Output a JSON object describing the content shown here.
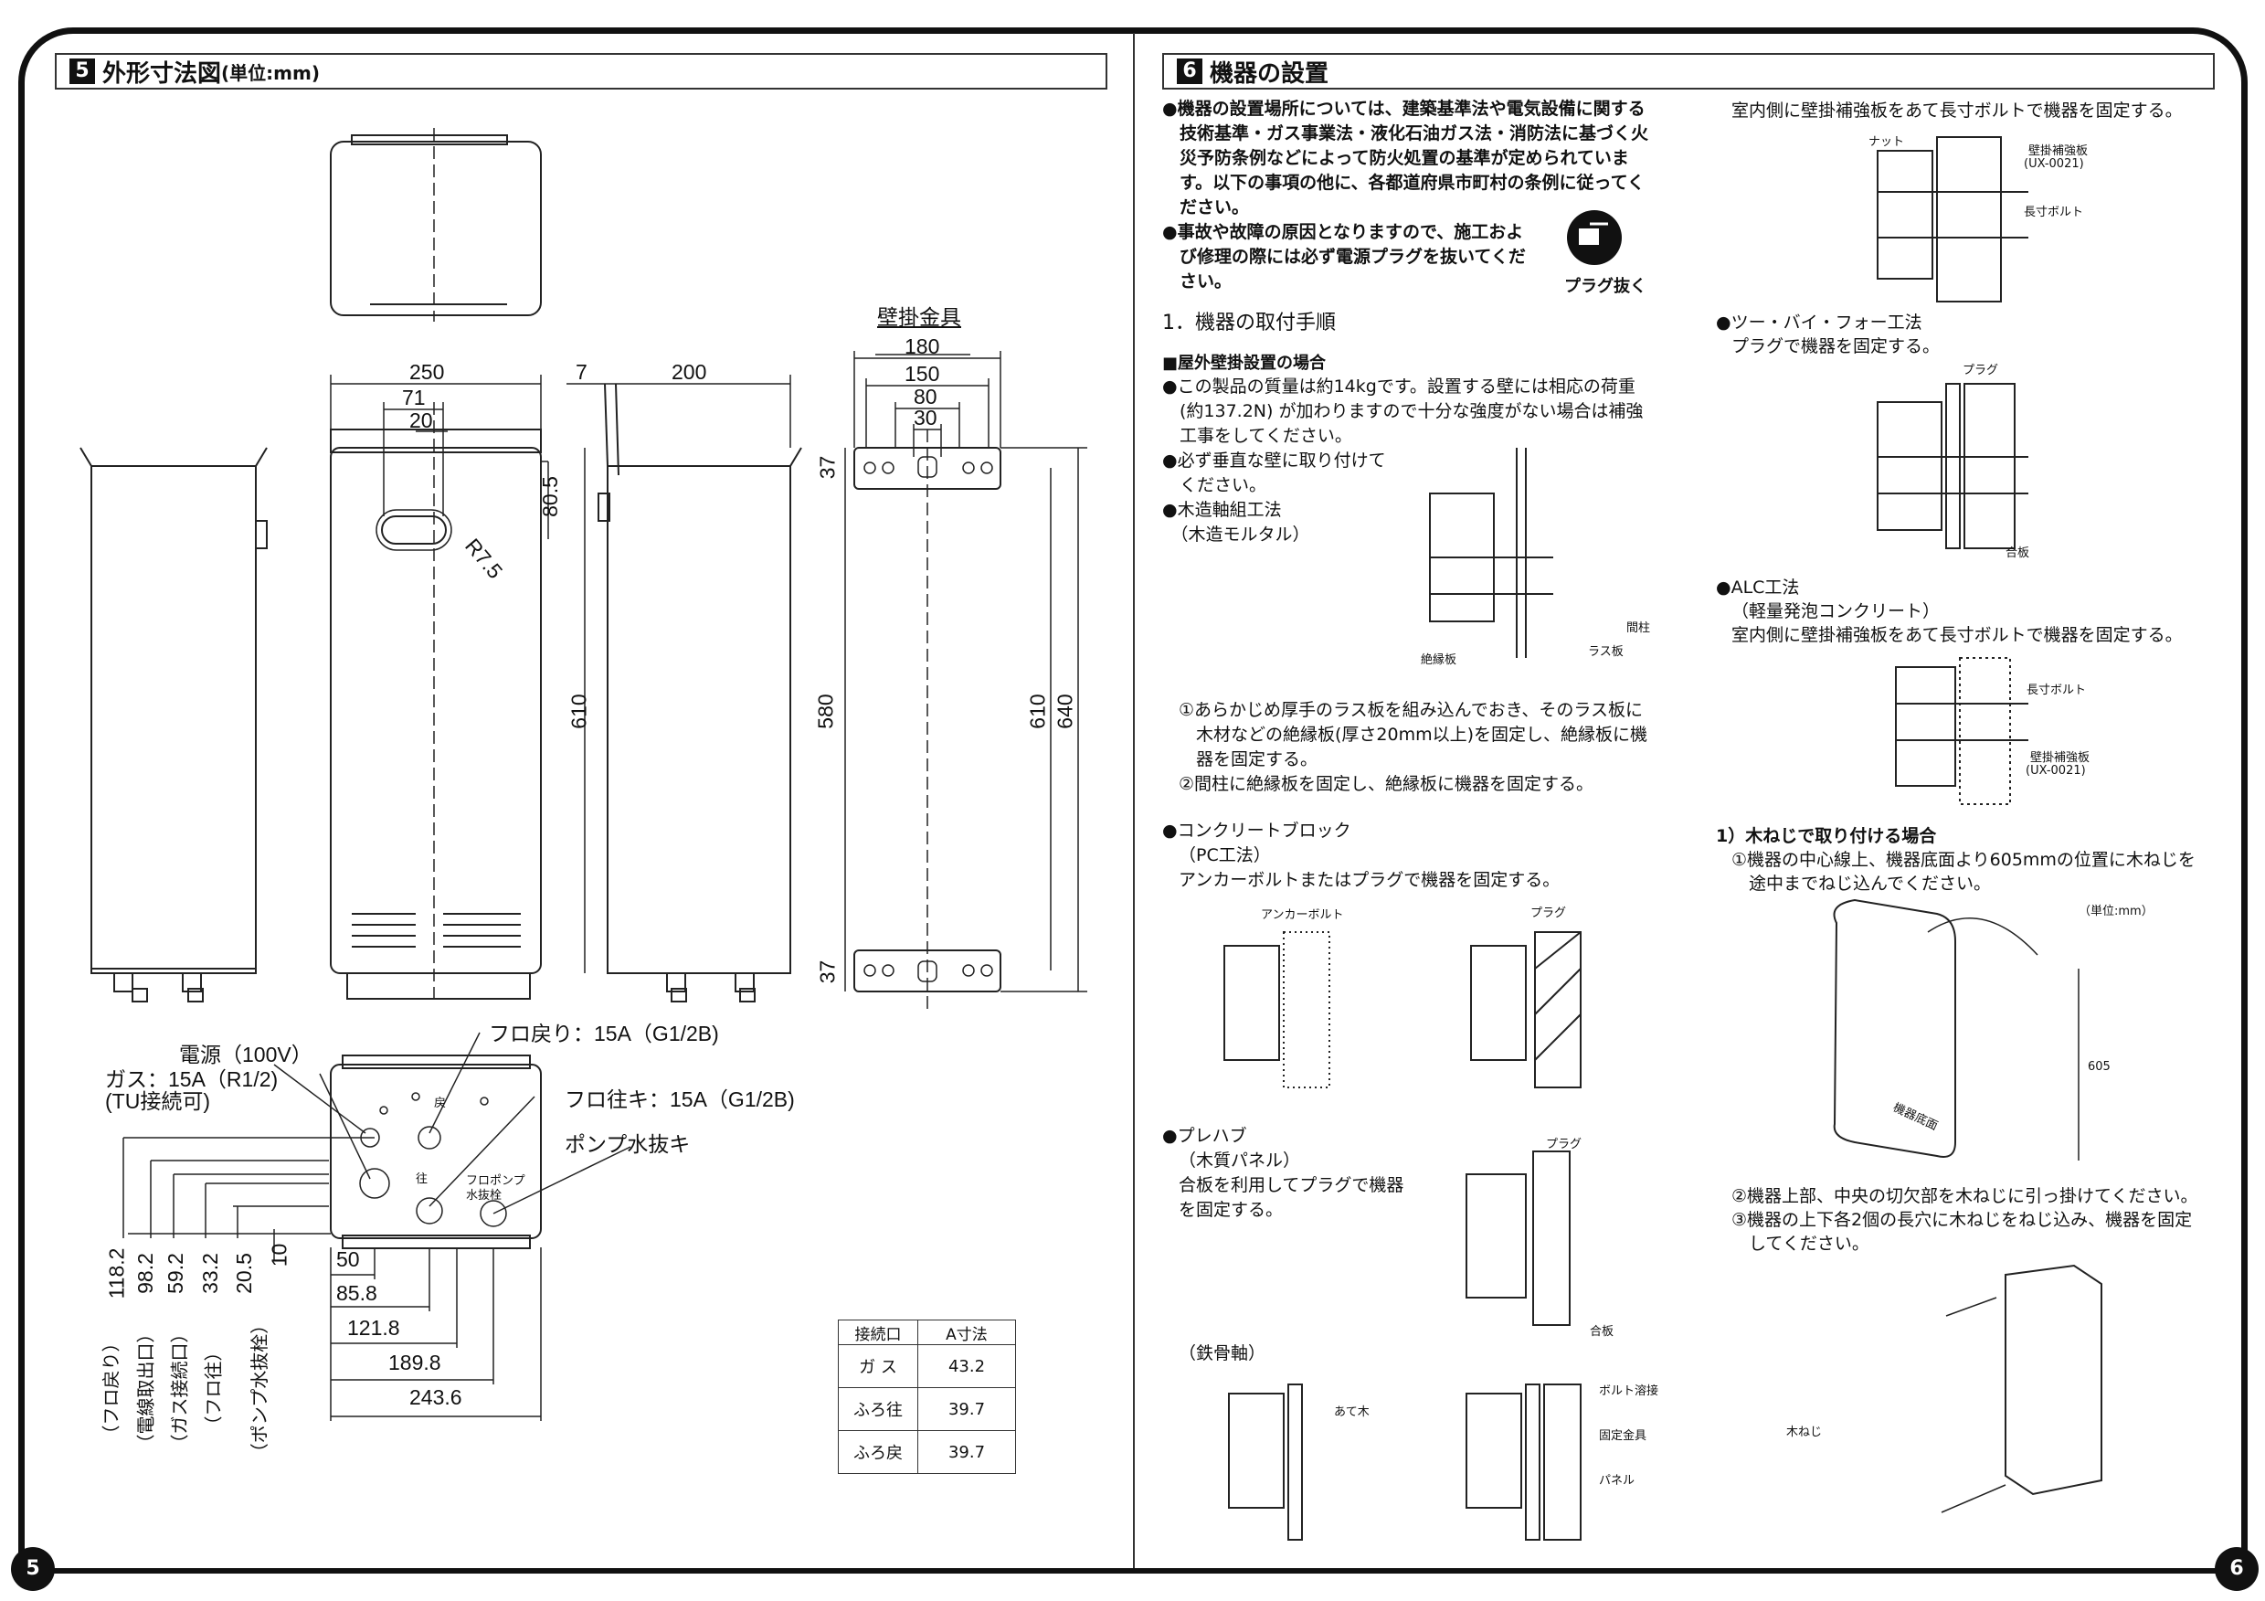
{
  "page_left": {
    "number": "5",
    "section_number": "5",
    "section_title": "外形寸法図",
    "section_unit": "(単位:mm)",
    "dims": {
      "d250": "250",
      "d7": "7",
      "d200": "200",
      "d71": "71",
      "d20": "20",
      "d80_5": "80.5",
      "r7_5": "R7.5",
      "d610a": "610",
      "bracket_title": "壁掛金具",
      "b180": "180",
      "b150": "150",
      "b80": "80",
      "b30": "30",
      "b37a": "37",
      "b580": "580",
      "b610": "610",
      "b640": "640",
      "b37b": "37",
      "d50": "50",
      "d85_8": "85.8",
      "d121_8": "121.8",
      "d189_8": "189.8",
      "d243_6": "243.6",
      "d10": "10",
      "v118_2": "118.2",
      "v98_2": "98.2",
      "v59_2": "59.2",
      "v33_2": "33.2",
      "v20_5": "20.5",
      "lbl_furomodori": "（フロ戻り）",
      "lbl_dengen": "（電線取出口）",
      "lbl_gas": "（ガス接続口）",
      "lbl_furoyuki": "（フロ往）",
      "lbl_pump": "（ポンプ水抜栓）"
    },
    "callouts": {
      "power": "電源（100V）",
      "gas": "ガス：15A（R1/2)",
      "gas_sub": "(TU接続可)",
      "return": "フロ戻り：15A（G1/2B)",
      "supply": "フロ往キ：15A（G1/2B)",
      "pump": "ポンプ水抜キ",
      "small_modori": "戻",
      "small_yuki": "往",
      "small_pump": "フロポンプ\n水抜栓"
    },
    "table": {
      "headers": [
        "接続口",
        "A寸法"
      ],
      "rows": [
        [
          "ガ ス",
          "43.2"
        ],
        [
          "ふろ往",
          "39.7"
        ],
        [
          "ふろ戻",
          "39.7"
        ]
      ]
    }
  },
  "page_right": {
    "number": "6",
    "section_number": "6",
    "section_title": "機器の設置",
    "notes": [
      "●機器の設置場所については、建築基準法や電気設備に関する",
      "　技術基準・ガス事業法・液化石油ガス法・消防法に基づく火",
      "　災予防条例などによって防火処置の基準が定められていま",
      "　す。以下の事項の他に、各都道府県市町村の条例に従ってく",
      "　ださい。",
      "●事故や故障の原因となりますので、施工およ",
      "　び修理の際には必ず電源プラグを抜いてくだ",
      "　さい。"
    ],
    "plug_caption": "プラグ抜く",
    "step_heading": "1．機器の取付手順",
    "outdoor_heading": "■屋外壁掛設置の場合",
    "outdoor_text": [
      "●この製品の質量は約14kgです。設置する壁には相応の荷重",
      "　(約137.2N) が加わりますので十分な強度がない場合は補強",
      "　工事をしてください。",
      "●必ず垂直な壁に取り付けて",
      "　ください。",
      "●木造軸組工法",
      "　（木造モルタル）"
    ],
    "wood_labels": {
      "mabashira": "間柱",
      "zetsuen": "絶縁板",
      "rasu": "ラス板"
    },
    "wood_steps": [
      "①あらかじめ厚手のラス板を組み込んでおき、そのラス板に",
      "　木材などの絶縁板(厚さ20mm以上)を固定し、絶縁板に機",
      "　器を固定する。",
      "②間柱に絶縁板を固定し、絶縁板に機器を固定する。"
    ],
    "concrete_text": [
      "●コンクリートブロック",
      "（PC工法）",
      "アンカーボルトまたはプラグで機器を固定する。"
    ],
    "concrete_labels": {
      "anchor": "アンカーボルト",
      "plug": "プラグ"
    },
    "prefab_text": [
      "●プレハブ",
      "（木質パネル）",
      "合板を利用してプラグで機器",
      "を固定する。"
    ],
    "prefab_labels": {
      "plug": "プラグ",
      "gouban": "合板"
    },
    "steel_text": "（鉄骨軸）",
    "steel_labels": {
      "atego": "あて木",
      "bolt": "ボルト溶接",
      "kotei": "固定金具",
      "panel": "パネル"
    },
    "col2_top": "室内側に壁掛補強板をあて長寸ボルトで機器を固定する。",
    "col2_top_labels": {
      "nut": "ナット",
      "hokyo": "壁掛補強板",
      "hokyo_code": "(UX-0021)",
      "bolt": "長寸ボルト"
    },
    "two_by_four": [
      "●ツー・バイ・フォー工法",
      "プラグで機器を固定する。"
    ],
    "two_by_four_labels": {
      "plug": "プラグ",
      "gouban": "合板"
    },
    "alc": [
      "●ALC工法",
      "（軽量発泡コンクリート）",
      "室内側に壁掛補強板をあて長寸ボルトで機器を固定する。"
    ],
    "alc_labels": {
      "bolt": "長寸ボルト",
      "hokyo": "壁掛補強板",
      "hokyo_code": "(UX-0021)"
    },
    "screw_heading": "1）木ねじで取り付ける場合",
    "screw_step1": [
      "①機器の中心線上、機器底面より605mmの位置に木ねじを",
      "　途中までねじ込んでください。"
    ],
    "screw_fig": {
      "unit": "（単位:mm）",
      "d605": "605",
      "bottom": "機器底面"
    },
    "screw_steps": [
      "②機器上部、中央の切欠部を木ねじに引っ掛けてください。",
      "③機器の上下各2個の長穴に木ねじをねじ込み、機器を固定",
      "　してください。"
    ],
    "screw_label": "木ねじ"
  }
}
